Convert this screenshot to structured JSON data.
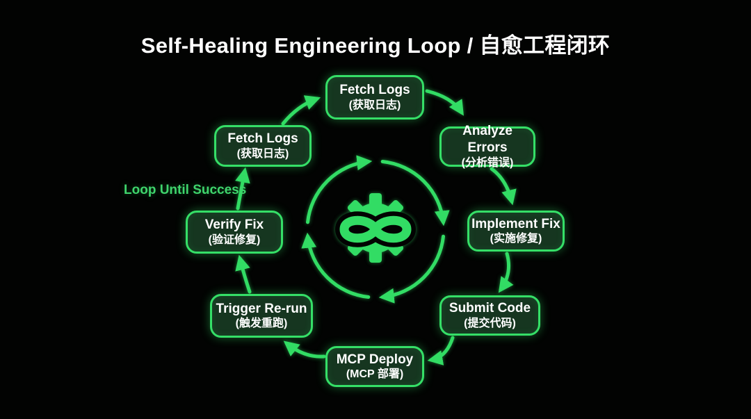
{
  "title": "Self-Healing Engineering Loop / 自愈工程闭环",
  "loop_label": "Loop Until Success",
  "center_icon": "gear-infinity-icon",
  "colors": {
    "accent": "#32DC64",
    "background": "#000000",
    "node_fill": "#163620",
    "node_text": "#FFFFFF",
    "loop_label_color": "#3FD46C",
    "title_color": "#FFFFFF"
  },
  "nodes": [
    {
      "id": "fetch-logs-top",
      "en": "Fetch Logs",
      "zh": "(获取日志)"
    },
    {
      "id": "fetch-logs-upper-left",
      "en": "Fetch Logs",
      "zh": "(获取日志)"
    },
    {
      "id": "analyze-errors",
      "en": "Analyze Errors",
      "zh": "(分析错误)"
    },
    {
      "id": "implement-fix",
      "en": "Implement Fix",
      "zh": "(实施修复)"
    },
    {
      "id": "submit-code",
      "en": "Submit Code",
      "zh": "(提交代码)"
    },
    {
      "id": "mcp-deploy",
      "en": "MCP Deploy",
      "zh": "(MCP 部署)"
    },
    {
      "id": "trigger-rerun",
      "en": "Trigger Re-run",
      "zh": "(触发重跑)"
    },
    {
      "id": "verify-fix",
      "en": "Verify Fix",
      "zh": "(验证修复)"
    }
  ]
}
